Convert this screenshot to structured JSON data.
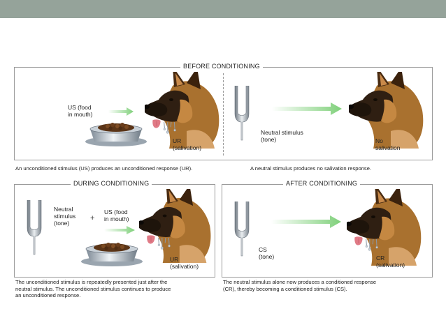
{
  "colors": {
    "top_bar": "#95a39a",
    "arrow": "#7fd07a",
    "panel_border": "#9a9a9a"
  },
  "panels": {
    "before": {
      "title": "BEFORE CONDITIONING",
      "left": {
        "us_label_line1": "US (food",
        "us_label_line2": "in mouth)",
        "ur_label_line1": "UR",
        "ur_label_line2": "(salivation)",
        "caption": "An unconditioned stimulus (US) produces an unconditioned response (UR)."
      },
      "right": {
        "ns_label_line1": "Neutral stimulus",
        "ns_label_line2": "(tone)",
        "response_line1": "No",
        "response_line2": "salivation",
        "caption": "A neutral stimulus produces no salivation response."
      }
    },
    "during": {
      "title": "DURING CONDITIONING",
      "ns_label_line1": "Neutral",
      "ns_label_line2": "stimulus",
      "ns_label_line3": "(tone)",
      "plus": "+",
      "us_label_line1": "US (food",
      "us_label_line2": "in mouth)",
      "ur_label_line1": "UR",
      "ur_label_line2": "(salivation)",
      "caption_line1": "The unconditioned stimulus is repeatedly presented just after the",
      "caption_line2": "neutral stimulus. The unconditioned stimulus continues to produce",
      "caption_line3": "an unconditioned response."
    },
    "after": {
      "title": "AFTER CONDITIONING",
      "cs_label_line1": "CS",
      "cs_label_line2": "(tone)",
      "cr_label_line1": "CR",
      "cr_label_line2": "(salivation)",
      "caption_line1": "The neutral stimulus alone now produces a conditioned response",
      "caption_line2": "(CR), thereby becoming a conditioned stimulus (CS)."
    }
  }
}
